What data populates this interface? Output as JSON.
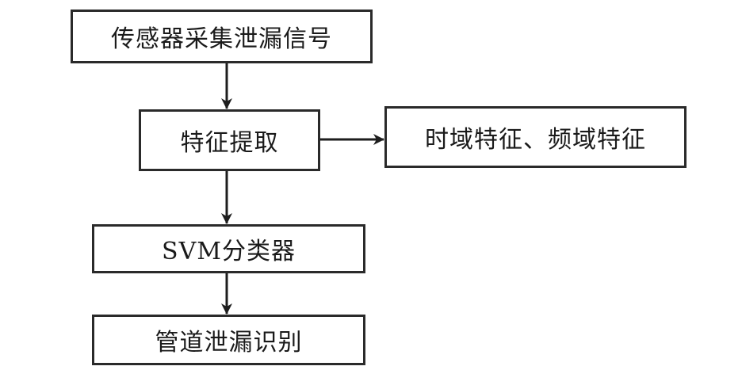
{
  "diagram": {
    "nodes": [
      {
        "id": "sensor",
        "label": "传感器采集泄漏信号"
      },
      {
        "id": "feature",
        "label": "特征提取"
      },
      {
        "id": "features",
        "label": "时域特征、频域特征"
      },
      {
        "id": "svm",
        "label": "SVM分类器"
      },
      {
        "id": "identify",
        "label": "管道泄漏识别"
      }
    ],
    "edges": [
      {
        "from": "sensor",
        "to": "feature"
      },
      {
        "from": "feature",
        "to": "features"
      },
      {
        "from": "feature",
        "to": "svm"
      },
      {
        "from": "svm",
        "to": "identify"
      }
    ]
  }
}
